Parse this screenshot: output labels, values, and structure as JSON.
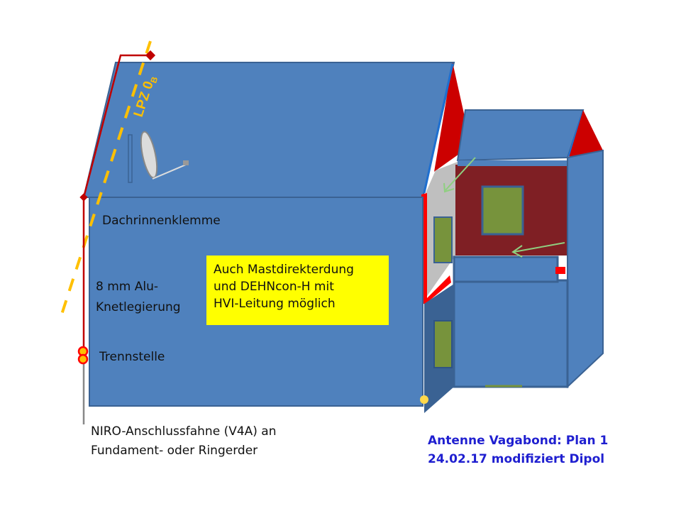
{
  "labels": {
    "lpz": "LPZ 0",
    "lpz_sub": "B",
    "gutter_clamp": "Dachrinnenklemme",
    "conductor_line1": "8 mm Alu-",
    "conductor_line2": "Knetlegierung",
    "disconnect": "Trennstelle",
    "terminal_line1": "NIRO-Anschlussfahne (V4A) an",
    "terminal_line2": "Fundament- oder Ringerder"
  },
  "note": {
    "line1": "Auch Mastdirekterdung",
    "line2": "und DEHNcon-H mit",
    "line3": "HVI-Leitung möglich"
  },
  "caption": {
    "line1": "Antenne Vagabond: Plan 1",
    "line2": "24.02.17 modifiziert Dipol"
  },
  "colors": {
    "wall": "#4f81bd",
    "wall_dark": "#3a6293",
    "gable": "#cc0000",
    "back_wall": "#7f1f24",
    "window": "#77933c",
    "conductor": "#c00000",
    "lpz": "#ffc000",
    "note_bg": "#ffff00",
    "caption": "#1f1fd0"
  }
}
